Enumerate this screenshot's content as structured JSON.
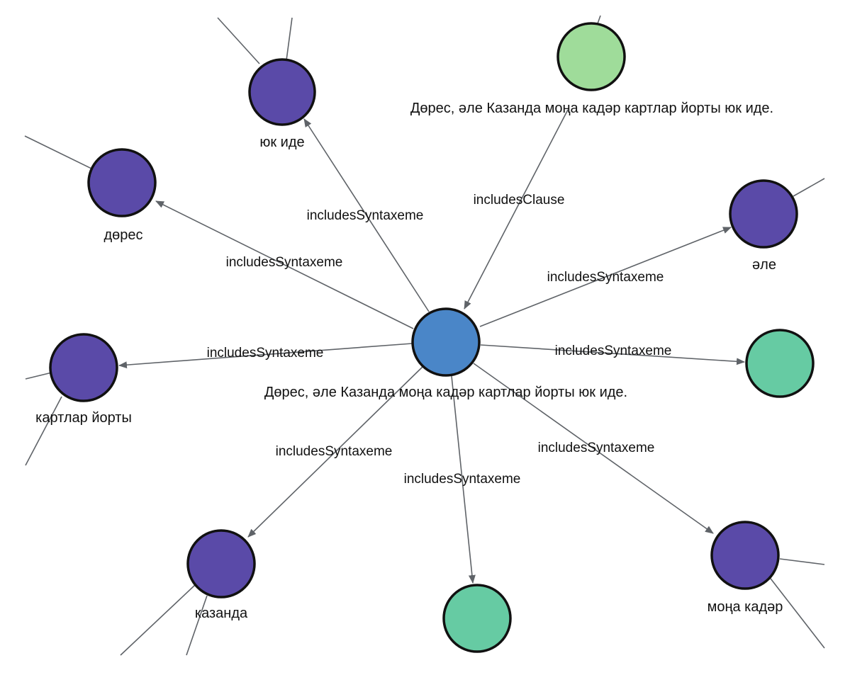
{
  "graph": {
    "colors": {
      "sentence_node": "#4a86c8",
      "clause_node": "#9fdc9a",
      "syntaxeme_node": "#5a4aa8",
      "punct_node": "#66cba3",
      "node_border": "#111111",
      "edge": "#5f6368"
    },
    "nodes": {
      "center": {
        "label": "Дөрес, әле Казанда моңа кадәр картлар йорты юк иде."
      },
      "clause": {
        "label": "Дөрес, әле Казанда моңа кадәр картлар йорты юк иде."
      },
      "yuk_ide": {
        "label": "юк иде"
      },
      "deres": {
        "label": "дөрес"
      },
      "ele": {
        "label": "әле"
      },
      "kartlar": {
        "label": "картлар йорты"
      },
      "punct_comma": {
        "label": ""
      },
      "punct_period": {
        "label": "."
      },
      "kazanda": {
        "label": "казанда"
      },
      "mona": {
        "label": "моңа кадәр"
      }
    },
    "edges": {
      "to_clause": {
        "label": "includesClause"
      },
      "to_yuk_ide": {
        "label": "includesSyntaxeme"
      },
      "to_deres": {
        "label": "includesSyntaxeme"
      },
      "to_ele": {
        "label": "includesSyntaxeme"
      },
      "to_kartlar": {
        "label": "includesSyntaxeme"
      },
      "to_punct_comma": {
        "label": "includesSyntaxeme"
      },
      "to_kazanda": {
        "label": "includesSyntaxeme"
      },
      "to_mona": {
        "label": "includesSyntaxeme"
      },
      "to_punct_period": {
        "label": "includesSyntaxeme"
      }
    }
  }
}
